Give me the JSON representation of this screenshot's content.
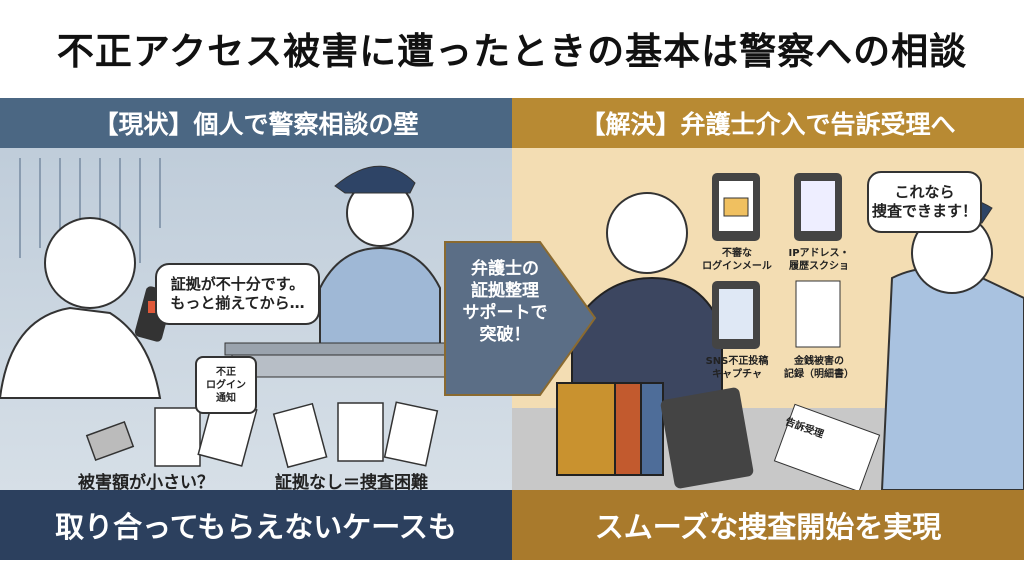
{
  "title": "不正アクセス被害に遭ったときの基本は警察への相談",
  "left_panel": {
    "header": "【現状】個人で警察相談の壁",
    "police_speech": [
      "証拠が不十分です。",
      "もっと揃えてから…"
    ],
    "phone_speech": [
      "不正",
      "ログイン",
      "通知"
    ],
    "label_damage": "被害額が小さい？",
    "label_evidence": "証拠なし＝捜査困難",
    "bottom": "取り合ってもらえないケースも"
  },
  "arrow": {
    "lines": [
      "弁護士の",
      "証拠整理",
      "サポートで",
      "突破！"
    ],
    "color": "#5b6e86"
  },
  "right_panel": {
    "header": "【解決】弁護士介入で告訴受理へ",
    "police_speech": [
      "これなら",
      "捜査できます！"
    ],
    "evidence": [
      {
        "icon": "email-icon",
        "label": [
          "不審な",
          "ログインメール"
        ]
      },
      {
        "icon": "chat-log-icon",
        "label": [
          "IPアドレス・",
          "履歴スクショ"
        ]
      },
      {
        "icon": "sns-post-icon",
        "label": [
          "SNS不正投稿",
          "キャプチャ"
        ]
      },
      {
        "icon": "statement-icon",
        "label": [
          "金銭被害の",
          "記録（明細書）"
        ]
      }
    ],
    "document_stamp": "告訴受理",
    "bottom": "スムーズな捜査開始を実現"
  },
  "colors": {
    "left_header": "#4b6783",
    "right_header": "#b88a33",
    "left_bottom": "#2c405e",
    "right_bottom": "#a97a2c"
  }
}
